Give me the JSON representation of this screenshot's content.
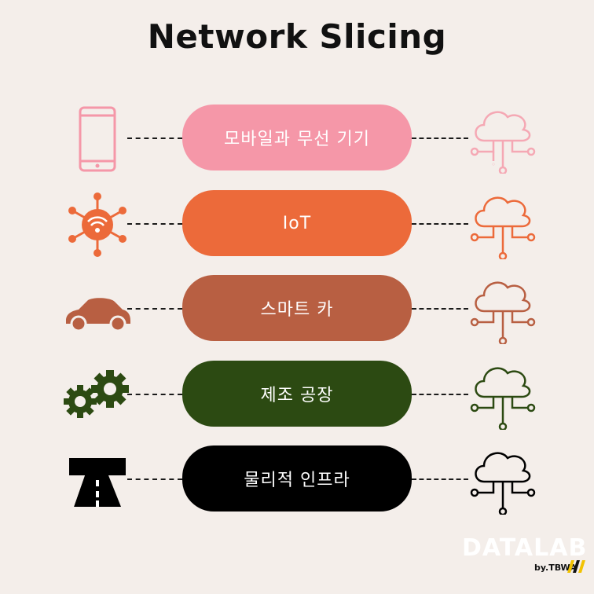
{
  "title": "Network Slicing",
  "rows": [
    {
      "label": "모바일과 무선 기기",
      "color": "#f597a8",
      "icon": "smartphone-icon"
    },
    {
      "label": "IoT",
      "color": "#ec6a3a",
      "icon": "iot-hub-icon"
    },
    {
      "label": "스마트 카",
      "color": "#b85f42",
      "icon": "car-icon"
    },
    {
      "label": "제조 공장",
      "color": "#2c4a12",
      "icon": "gears-icon"
    },
    {
      "label": "물리적 인프라",
      "color": "#000000",
      "icon": "tunnel-road-icon"
    }
  ],
  "cloud_icon": "cloud-network-icon",
  "logo": {
    "main": "DATALAB",
    "sub": "by.TBWA"
  }
}
